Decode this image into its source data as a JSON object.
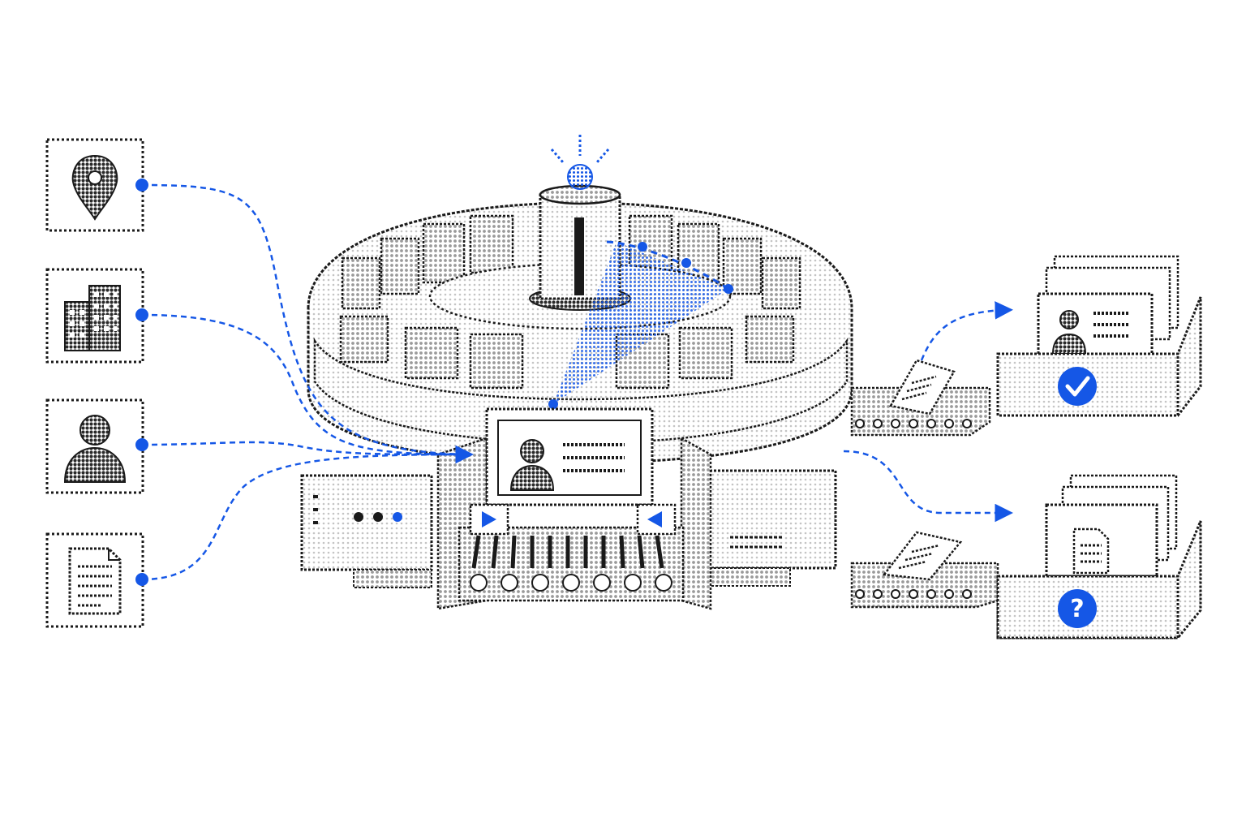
{
  "colors": {
    "accent": "#1557e6",
    "ink": "#1a1a1a",
    "mid": "#8a8a8a",
    "light": "#e4e4e4",
    "paper": "#ffffff"
  },
  "inputs": [
    {
      "id": "location",
      "icon": "map-pin-icon"
    },
    {
      "id": "building",
      "icon": "building-icon"
    },
    {
      "id": "person",
      "icon": "person-icon"
    },
    {
      "id": "document",
      "icon": "document-icon"
    }
  ],
  "machine": {
    "center_card_icon": "id-card-icon",
    "beacon_icon": "beacon-light-icon",
    "conveyor_arrows": [
      "play-right-icon",
      "play-left-icon"
    ],
    "left_module_indicators": 3
  },
  "outputs": [
    {
      "id": "verified",
      "card_icon": "id-card-icon",
      "status_icon": "checkmark-icon"
    },
    {
      "id": "unresolved",
      "card_icon": "document-icon",
      "status_icon": "question-mark-icon",
      "status_glyph": "?"
    }
  ]
}
